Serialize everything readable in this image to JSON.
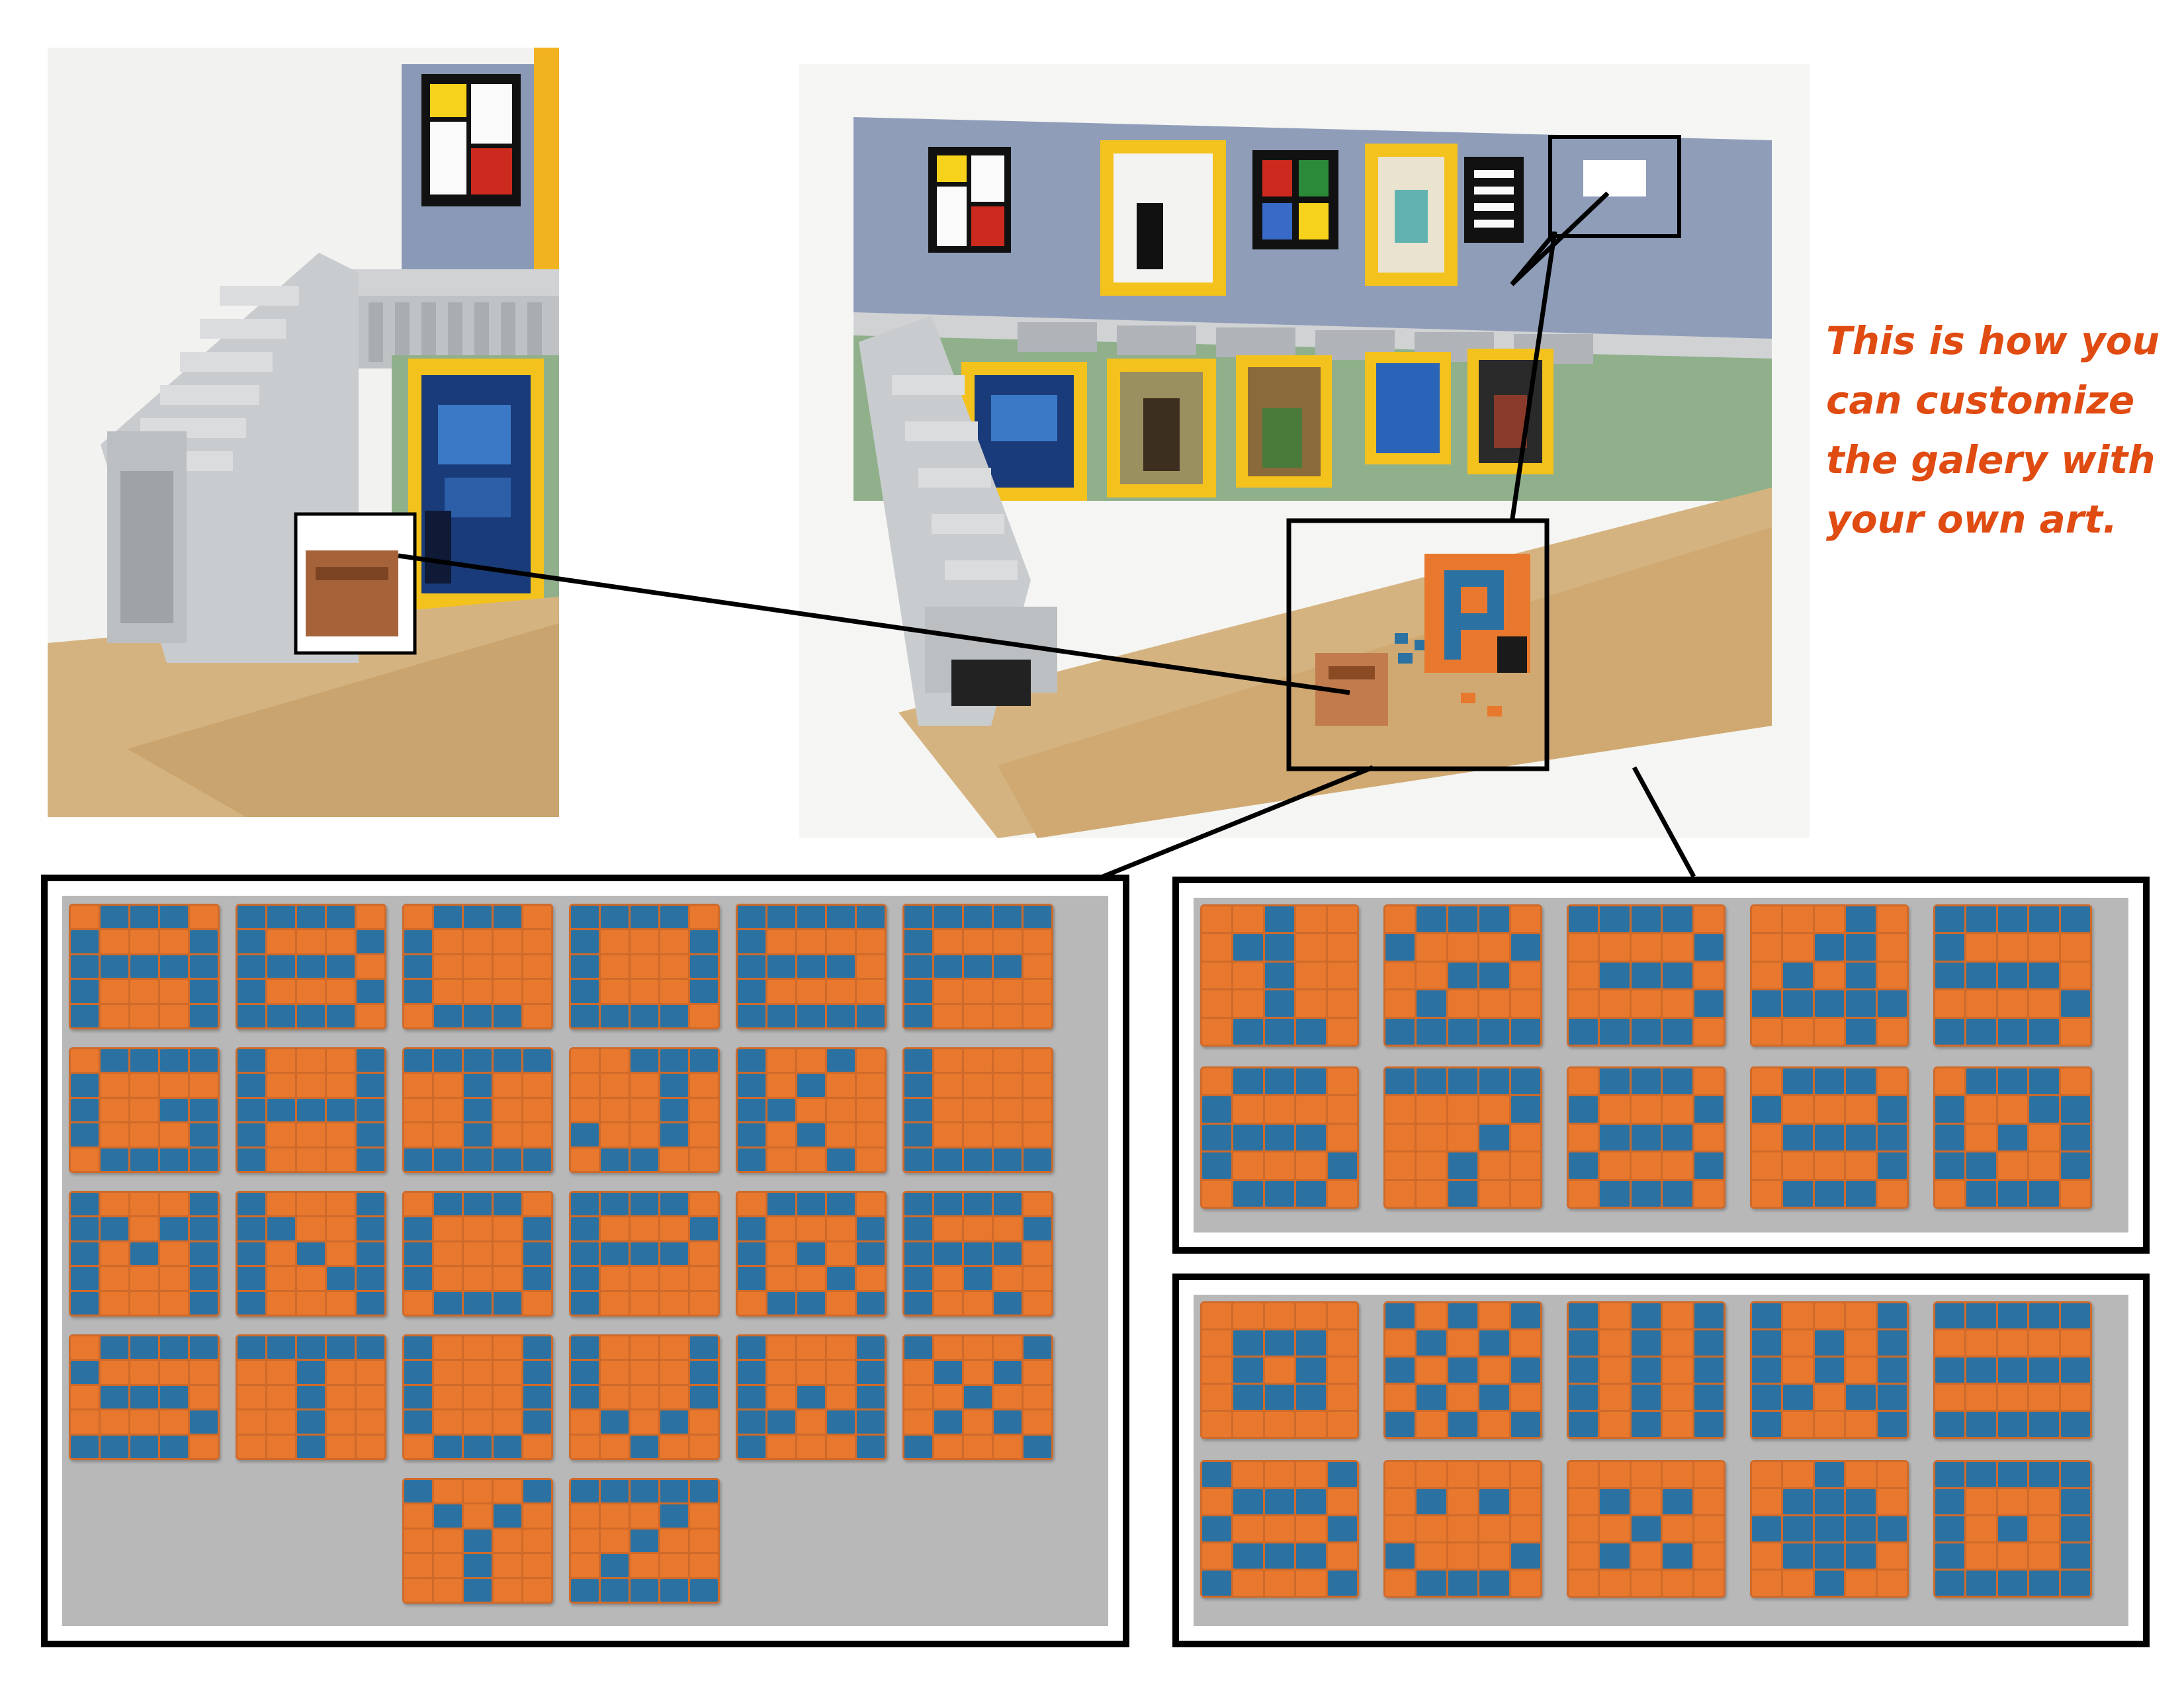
{
  "caption": {
    "lines": [
      "This is how you",
      "can customize",
      "the galery with",
      "your own art."
    ],
    "color": "#e04b12"
  },
  "colors": {
    "tile_orange": "#e8782e",
    "tile_blue": "#2b72a3",
    "panel_gray": "#b8b8b8",
    "frame": "#000000"
  },
  "panels": {
    "letters": {
      "cols": 6,
      "tiles": [
        [
          "01110",
          "10001",
          "11111",
          "10001",
          "10001"
        ],
        [
          "11110",
          "10001",
          "11110",
          "10001",
          "11110"
        ],
        [
          "01110",
          "10000",
          "10000",
          "10000",
          "01110"
        ],
        [
          "11110",
          "10001",
          "10001",
          "10001",
          "11110"
        ],
        [
          "11111",
          "10000",
          "11110",
          "10000",
          "11111"
        ],
        [
          "11111",
          "10000",
          "11110",
          "10000",
          "10000"
        ],
        [
          "01111",
          "10000",
          "10011",
          "10001",
          "01111"
        ],
        [
          "10001",
          "10001",
          "11111",
          "10001",
          "10001"
        ],
        [
          "11111",
          "00100",
          "00100",
          "00100",
          "11111"
        ],
        [
          "00111",
          "00010",
          "00010",
          "10010",
          "01100"
        ],
        [
          "10010",
          "10100",
          "11000",
          "10100",
          "10010"
        ],
        [
          "10000",
          "10000",
          "10000",
          "10000",
          "11111"
        ],
        [
          "10001",
          "11011",
          "10101",
          "10001",
          "10001"
        ],
        [
          "10001",
          "11001",
          "10101",
          "10011",
          "10001"
        ],
        [
          "01110",
          "10001",
          "10001",
          "10001",
          "01110"
        ],
        [
          "11110",
          "10001",
          "11110",
          "10000",
          "10000"
        ],
        [
          "01110",
          "10001",
          "10101",
          "10010",
          "01101"
        ],
        [
          "11110",
          "10001",
          "11110",
          "10100",
          "10010"
        ],
        [
          "01111",
          "10000",
          "01110",
          "00001",
          "11110"
        ],
        [
          "11111",
          "00100",
          "00100",
          "00100",
          "00100"
        ],
        [
          "10001",
          "10001",
          "10001",
          "10001",
          "01110"
        ],
        [
          "10001",
          "10001",
          "10001",
          "01010",
          "00100"
        ],
        [
          "10001",
          "10001",
          "10101",
          "11011",
          "10001"
        ],
        [
          "10001",
          "01010",
          "00100",
          "01010",
          "10001"
        ],
        [
          "10001",
          "01010",
          "00100",
          "00100",
          "00100"
        ],
        [
          "11111",
          "00010",
          "00100",
          "01000",
          "11111"
        ]
      ]
    },
    "numbers": {
      "cols": 5,
      "tiles": [
        [
          "00100",
          "01100",
          "00100",
          "00100",
          "01110"
        ],
        [
          "01110",
          "10001",
          "00110",
          "01000",
          "11111"
        ],
        [
          "11110",
          "00001",
          "01110",
          "00001",
          "11110"
        ],
        [
          "00010",
          "00110",
          "01010",
          "11111",
          "00010"
        ],
        [
          "11111",
          "10000",
          "11110",
          "00001",
          "11110"
        ],
        [
          "01110",
          "10000",
          "11110",
          "10001",
          "01110"
        ],
        [
          "11111",
          "00001",
          "00010",
          "00100",
          "00100"
        ],
        [
          "01110",
          "10001",
          "01110",
          "10001",
          "01110"
        ],
        [
          "01110",
          "10001",
          "01111",
          "00001",
          "01110"
        ],
        [
          "01110",
          "10011",
          "10101",
          "11001",
          "01110"
        ]
      ]
    },
    "patterns": {
      "cols": 5,
      "tiles": [
        [
          "00000",
          "01110",
          "01010",
          "01110",
          "00000"
        ],
        [
          "10101",
          "01010",
          "10101",
          "01010",
          "10101"
        ],
        [
          "10101",
          "10101",
          "10101",
          "10101",
          "10101"
        ],
        [
          "10001",
          "10101",
          "10101",
          "11011",
          "10001"
        ],
        [
          "11111",
          "00000",
          "11111",
          "00000",
          "11111"
        ],
        [
          "10001",
          "01110",
          "10001",
          "01110",
          "10001"
        ],
        [
          "00000",
          "01010",
          "00000",
          "10001",
          "01110"
        ],
        [
          "00000",
          "01010",
          "00100",
          "01010",
          "00000"
        ],
        [
          "00100",
          "01110",
          "11111",
          "01110",
          "00100"
        ],
        [
          "11111",
          "10001",
          "10101",
          "10001",
          "11111"
        ]
      ]
    }
  }
}
